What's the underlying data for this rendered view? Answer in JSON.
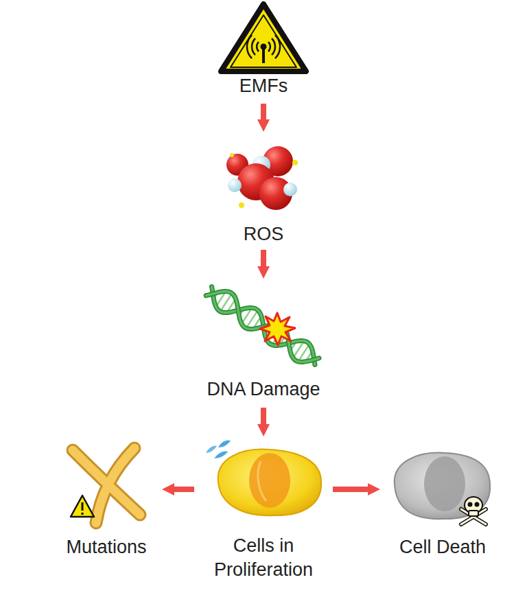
{
  "diagram": {
    "nodes": [
      {
        "text": [
          "EMFs"
        ]
      },
      {
        "text": [
          "ROS"
        ]
      },
      {
        "text": [
          "DNA Damage"
        ]
      },
      {
        "text": [
          "Cells in Proliferation"
        ]
      },
      {
        "text": [
          "Mutations"
        ]
      },
      {
        "text": [
          "Cell Death"
        ]
      }
    ],
    "edges": [
      {
        "from": 0,
        "to": 1,
        "arrow": "to"
      },
      {
        "from": 1,
        "to": 2,
        "arrow": "to"
      },
      {
        "from": 2,
        "to": 3,
        "arrow": "to"
      },
      {
        "from": 3,
        "to": 4,
        "arrow": "to"
      },
      {
        "from": 3,
        "to": 5,
        "arrow": "to"
      }
    ]
  }
}
